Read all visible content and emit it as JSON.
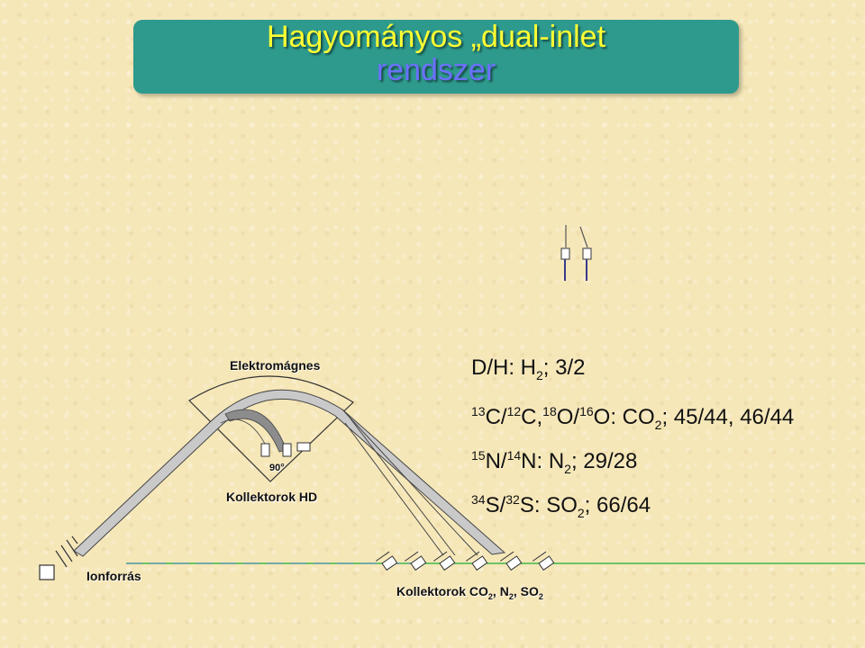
{
  "title": {
    "line1": "Hagyományos „dual-inlet",
    "line2": "rendszer"
  },
  "ratios": [
    {
      "parts": [
        [
          "",
          "D/H: H"
        ],
        [
          "sub",
          "2"
        ],
        [
          "",
          "; 3/2"
        ]
      ]
    },
    {
      "parts": [
        [
          "sup",
          "13"
        ],
        [
          "",
          "C/"
        ],
        [
          "sup",
          "12"
        ],
        [
          "",
          "C,"
        ],
        [
          "sup",
          "18"
        ],
        [
          "",
          "O/"
        ],
        [
          "sup",
          "16"
        ],
        [
          "",
          "O: CO"
        ],
        [
          "sub",
          "2"
        ],
        [
          "",
          "; 45/44, 46/44"
        ]
      ]
    },
    {
      "parts": [
        [
          "sup",
          "15"
        ],
        [
          "",
          "N/"
        ],
        [
          "sup",
          "14"
        ],
        [
          "",
          "N: N"
        ],
        [
          "sub",
          "2"
        ],
        [
          "",
          "; 29/28"
        ]
      ]
    },
    {
      "parts": [
        [
          "sup",
          "34"
        ],
        [
          "",
          "S/"
        ],
        [
          "sup",
          "32"
        ],
        [
          "",
          "S: SO"
        ],
        [
          "sub",
          "2"
        ],
        [
          "",
          "; 66/64"
        ]
      ]
    }
  ],
  "labels": {
    "magnet": "Elektromágnes",
    "angle": "90°",
    "collectors_hd": "Kollektorok HD",
    "ion_source": "Ionforrás",
    "collectors_main": "Kollektorok CO",
    "collectors_sub1": "2",
    "collectors_sep1": ", N",
    "collectors_sub2": "2",
    "collectors_sep2": ", SO",
    "collectors_sub3": "2"
  },
  "colors": {
    "banner": "#2e9a8d",
    "title_yellow": "#ffff33",
    "title_blue": "#6b70ff",
    "beam_fill": "#c9c9c9",
    "baseline": "#3fb84a"
  }
}
